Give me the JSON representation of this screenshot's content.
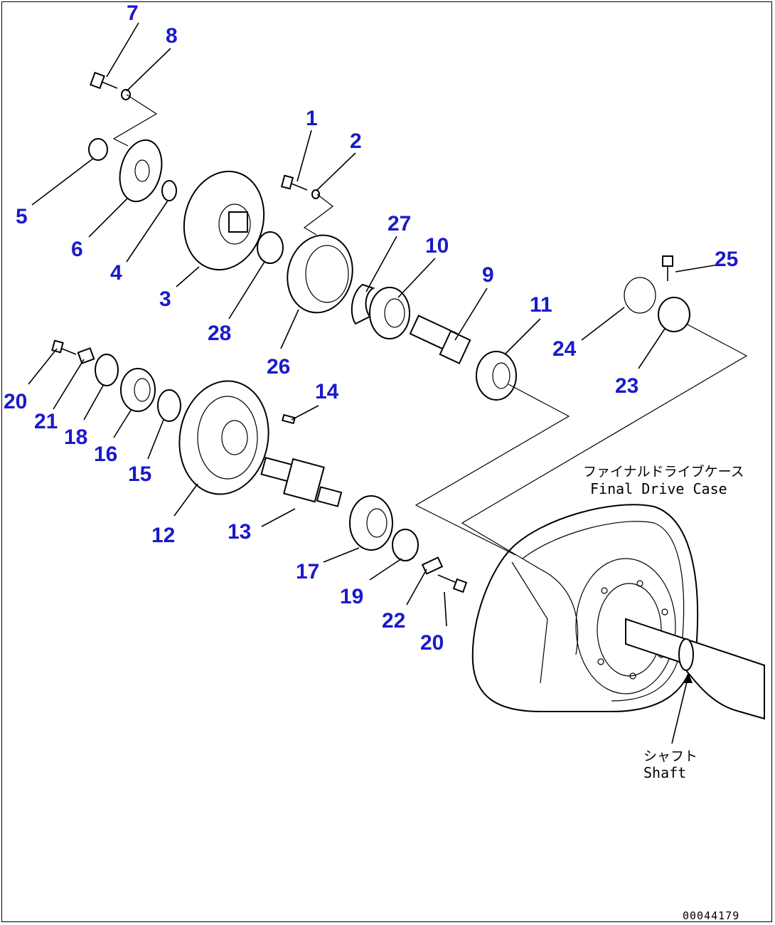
{
  "diagram": {
    "callouts": [
      "1",
      "2",
      "3",
      "4",
      "5",
      "6",
      "7",
      "8",
      "9",
      "10",
      "11",
      "12",
      "13",
      "14",
      "15",
      "16",
      "17",
      "18",
      "19",
      "20",
      "20",
      "21",
      "22",
      "23",
      "24",
      "25",
      "26",
      "27",
      "28"
    ],
    "labels": {
      "final_drive_case_jp": "ファイナルドライブケース",
      "final_drive_case_en": "Final Drive Case",
      "shaft_jp": "シャフト",
      "shaft_en": "Shaft"
    },
    "drawing_code": "00044179",
    "colors": {
      "callout": "#1a1acc",
      "line": "#000000",
      "background": "#ffffff"
    }
  }
}
